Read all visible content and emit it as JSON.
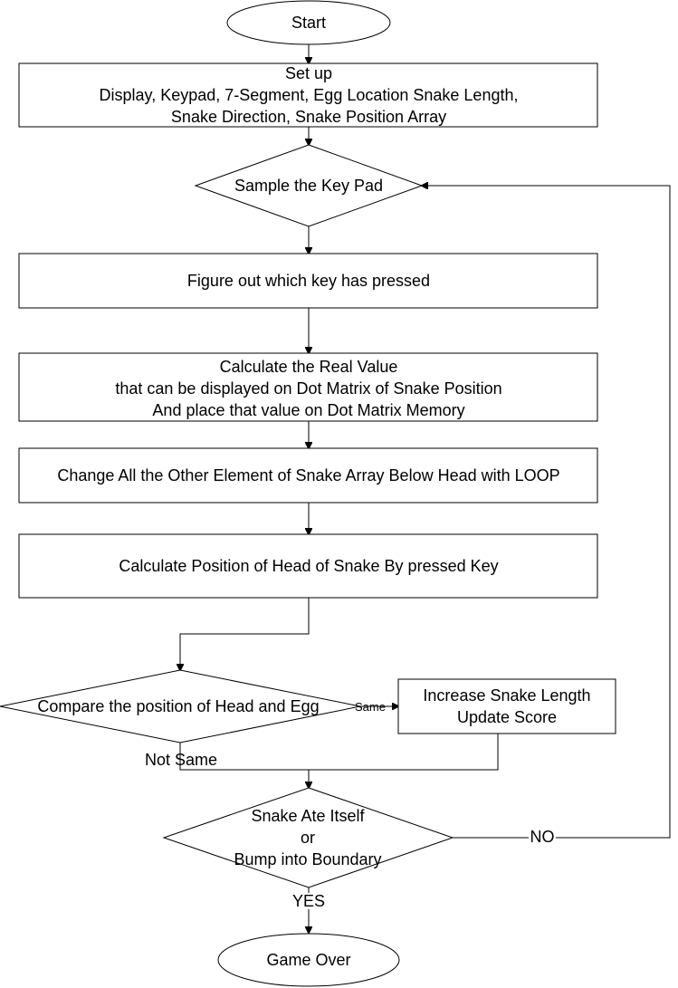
{
  "nodes": {
    "start": {
      "text": "Start"
    },
    "setup": {
      "lines": [
        "Set up",
        "Display, Keypad, 7-Segment, Egg Location Snake Length,",
        "Snake Direction, Snake Position Array"
      ]
    },
    "sample_keypad": {
      "text": "Sample the Key Pad"
    },
    "figure_key": {
      "text": "Figure out which key has pressed"
    },
    "calc_real_value": {
      "lines": [
        "Calculate the Real Value",
        "that can be displayed on Dot Matrix of Snake Position",
        "And place that value on Dot Matrix Memory"
      ]
    },
    "change_elements": {
      "text": "Change All the Other Element of Snake Array Below Head with LOOP"
    },
    "calc_head": {
      "text": "Calculate Position of Head of Snake By pressed Key"
    },
    "compare": {
      "text": "Compare the position of Head and Egg"
    },
    "increase": {
      "lines": [
        "Increase Snake Length",
        "Update Score"
      ]
    },
    "ate_itself": {
      "lines": [
        "Snake Ate Itself",
        "or",
        "Bump into Boundary"
      ]
    },
    "game_over": {
      "text": "Game Over"
    }
  },
  "edge_labels": {
    "same": "Same",
    "not_same": "Not Same",
    "no": "NO",
    "yes": "YES"
  }
}
